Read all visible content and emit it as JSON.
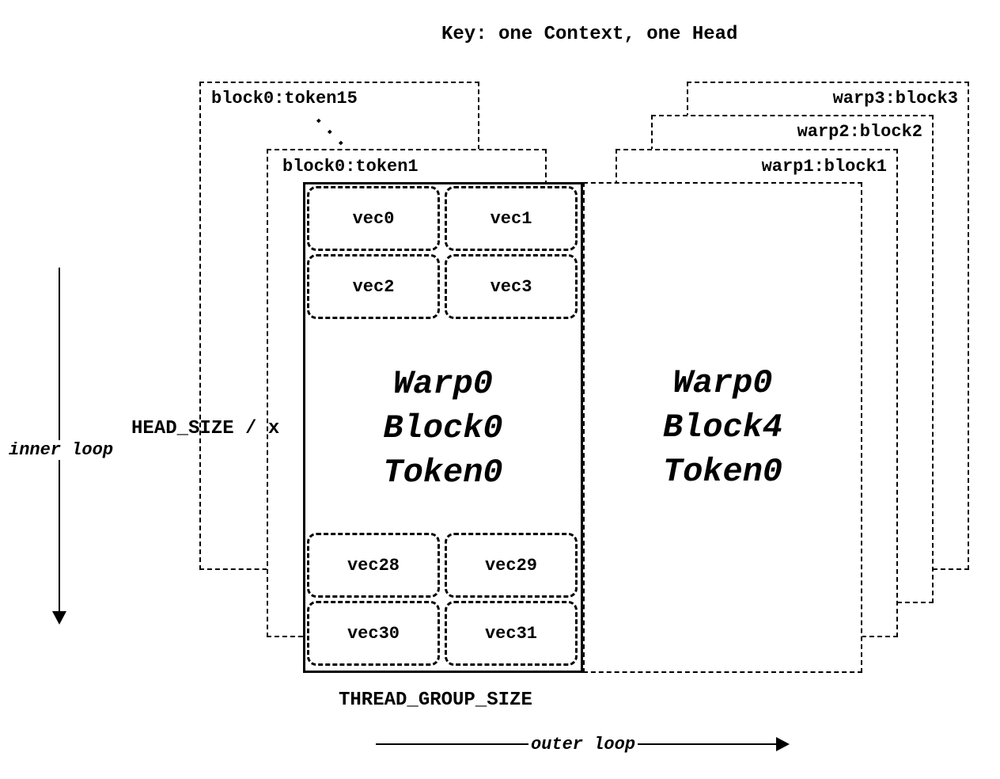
{
  "title": "Key: one Context, one Head",
  "left_stack": {
    "back_rects": [
      {
        "label": "block0:token15"
      },
      {
        "label": "block0:token1"
      }
    ],
    "dots": "···",
    "front_block": {
      "title_lines": [
        "Warp0",
        "Block0",
        "Token0"
      ],
      "top_vecs": [
        "vec0",
        "vec1",
        "vec2",
        "vec3"
      ],
      "bottom_vecs": [
        "vec28",
        "vec29",
        "vec30",
        "vec31"
      ]
    }
  },
  "right_stack": {
    "back_rects": [
      {
        "label": "warp3:block3"
      },
      {
        "label": "warp2:block2"
      },
      {
        "label": "warp1:block1"
      }
    ],
    "front_block": {
      "title_lines": [
        "Warp0",
        "Block4",
        "Token0"
      ]
    }
  },
  "annotations": {
    "inner_loop": "inner loop",
    "outer_loop": "outer loop",
    "head_size": "HEAD_SIZE / x",
    "thread_group_size": "THREAD_GROUP_SIZE"
  }
}
